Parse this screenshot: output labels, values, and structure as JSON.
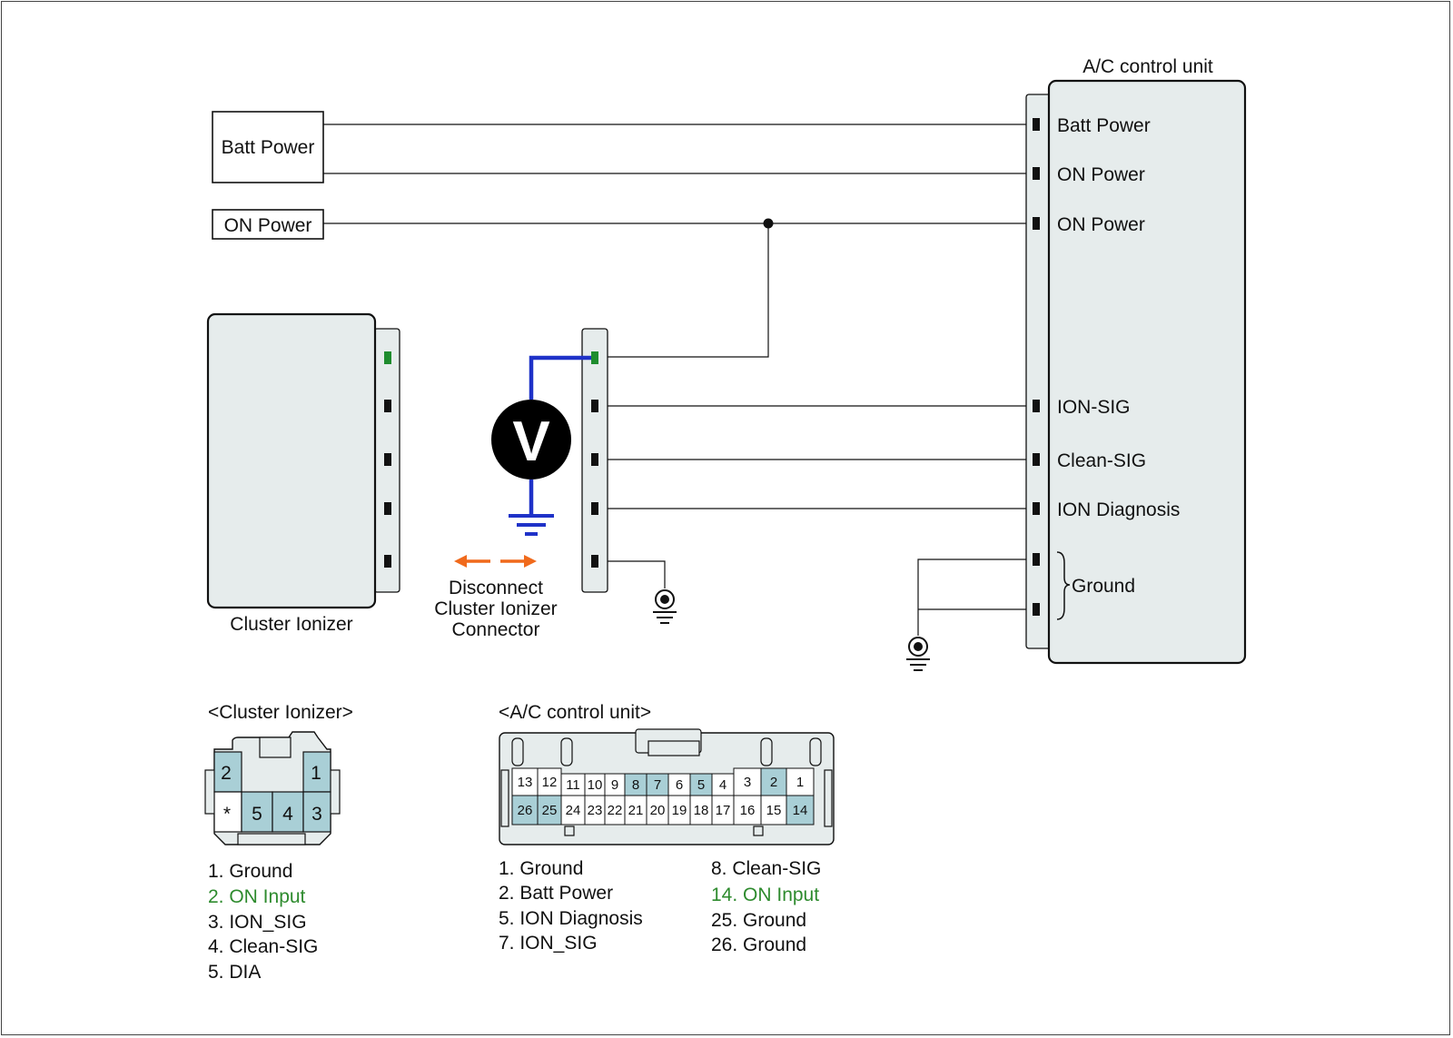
{
  "colors": {
    "panel": "#e6ecec",
    "pin_highlight": "#a9cfd6",
    "measure_wire": "#1f32c8",
    "active_pin": "#1e8c2e",
    "arrow": "#f06a1c",
    "legend_highlight": "#2e8b2e"
  },
  "boxes": {
    "batt_power": "Batt Power",
    "on_power": "ON Power"
  },
  "acu": {
    "title": "A/C control unit",
    "pins": [
      "Batt Power",
      "ON Power",
      "ON Power",
      "ION-SIG",
      "Clean-SIG",
      "ION Diagnosis"
    ],
    "ground": "Ground"
  },
  "cluster": {
    "label": "Cluster Ionizer"
  },
  "meter": {
    "symbol": "V"
  },
  "disconnect_note": [
    "Disconnect",
    "Cluster Ionizer",
    "Connector"
  ],
  "cluster_connector": {
    "title": "<Cluster Ionizer>",
    "top_pins": [
      "2",
      "1"
    ],
    "bottom_pins": [
      "*",
      "5",
      "4",
      "3"
    ],
    "legend": [
      "1. Ground",
      "2. ON Input",
      "3. ION_SIG",
      "4. Clean-SIG",
      "5. DIA"
    ],
    "highlight_index": 1
  },
  "acu_connector": {
    "title": "<A/C control unit>",
    "top_row": [
      "13",
      "12",
      "11",
      "10",
      "9",
      "8",
      "7",
      "6",
      "5",
      "4",
      "3",
      "2",
      "1"
    ],
    "bottom_row": [
      "26",
      "25",
      "24",
      "23",
      "22",
      "21",
      "20",
      "19",
      "18",
      "17",
      "16",
      "15",
      "14"
    ],
    "legend_left": [
      "1. Ground",
      "2. Batt Power",
      "5. ION Diagnosis",
      "7. ION_SIG"
    ],
    "legend_right": [
      "8. Clean-SIG",
      "14. ON Input",
      "25. Ground",
      "26. Ground"
    ],
    "highlight_right_index": 1
  }
}
